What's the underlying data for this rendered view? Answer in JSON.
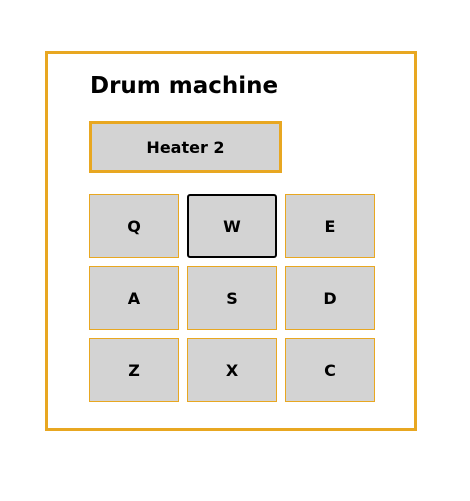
{
  "app": {
    "title": "Drum machine",
    "display_text": "Heater 2"
  },
  "colors": {
    "accent": "#e8a721",
    "pad_background": "#d3d3d3",
    "active_border": "#000000"
  },
  "pads": [
    {
      "key": "Q",
      "active": false
    },
    {
      "key": "W",
      "active": true
    },
    {
      "key": "E",
      "active": false
    },
    {
      "key": "A",
      "active": false
    },
    {
      "key": "S",
      "active": false
    },
    {
      "key": "D",
      "active": false
    },
    {
      "key": "Z",
      "active": false
    },
    {
      "key": "X",
      "active": false
    },
    {
      "key": "C",
      "active": false
    }
  ]
}
